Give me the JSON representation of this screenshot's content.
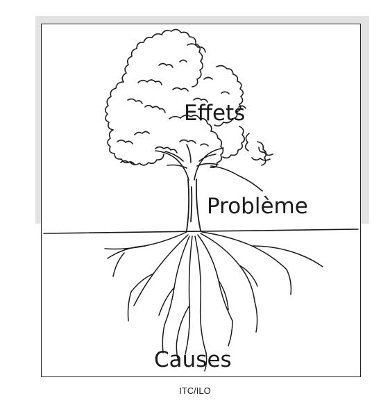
{
  "diagram": {
    "labels": {
      "effects": "Effets",
      "problem": "Problème",
      "causes": "Causes"
    },
    "credit": "ITC/ILO"
  },
  "colors": {
    "band": "#e2e2e2",
    "ink": "#1a1a1a",
    "background": "#ffffff"
  }
}
